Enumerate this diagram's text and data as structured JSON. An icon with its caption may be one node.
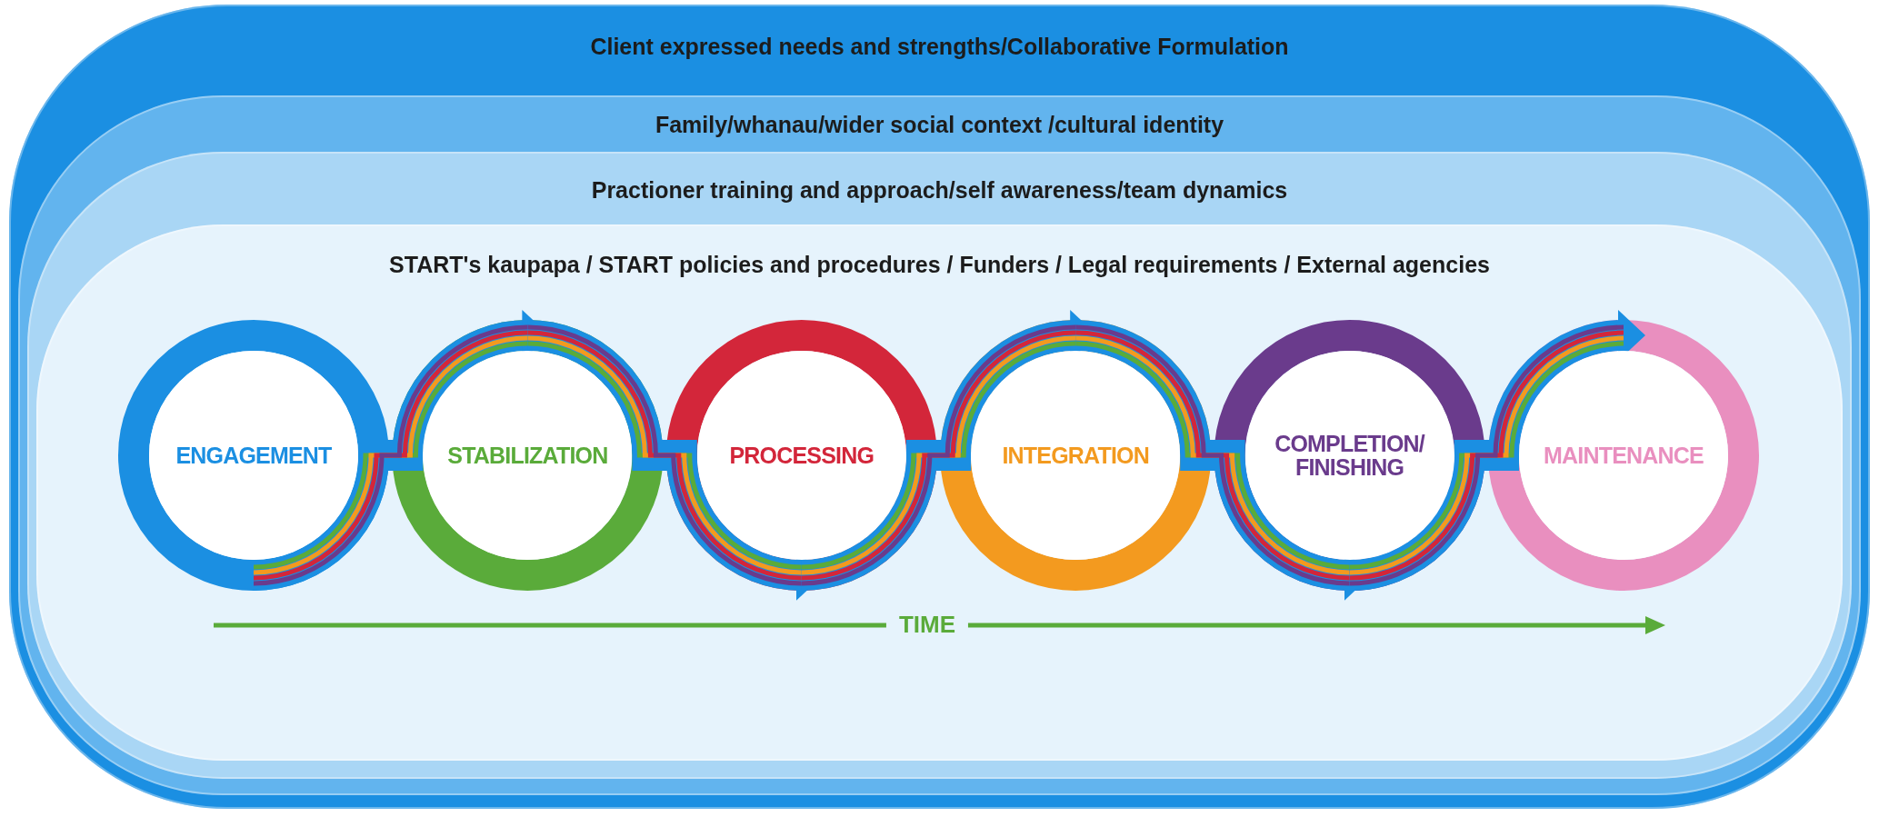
{
  "diagram": {
    "nodes": [
      {
        "text": [
          "Client expressed needs and strengths/Collaborative Formulation"
        ]
      },
      {
        "text": [
          "Family/whanau/wider social context /cultural identity"
        ],
        "in": 0
      },
      {
        "text": [
          "Practioner training and approach/self awareness/team dynamics"
        ],
        "in": 1
      },
      {
        "text": [
          "START's kaupapa / START policies and procedures / Funders / Legal requirements / External agencies"
        ],
        "in": 2
      },
      {
        "text": [
          "ENGAGEMENT"
        ],
        "in": 3
      },
      {
        "text": [
          "STABILIZATION"
        ],
        "in": 3
      },
      {
        "text": [
          "PROCESSING"
        ],
        "in": 3
      },
      {
        "text": [
          "INTEGRATION"
        ],
        "in": 3
      },
      {
        "text": [
          "COMPLETION/ FINISHING"
        ],
        "in": 3
      },
      {
        "text": [
          "MAINTENANCE"
        ],
        "in": 3
      }
    ],
    "edges": [
      {
        "from": 4,
        "to": 5,
        "arrow": "to"
      },
      {
        "from": 5,
        "to": 6,
        "arrow": "to"
      },
      {
        "from": 6,
        "to": 7,
        "arrow": "to"
      },
      {
        "from": 7,
        "to": 8,
        "arrow": "to"
      },
      {
        "from": 8,
        "to": 9,
        "arrow": "to"
      }
    ],
    "labels": [
      "TIME"
    ]
  }
}
